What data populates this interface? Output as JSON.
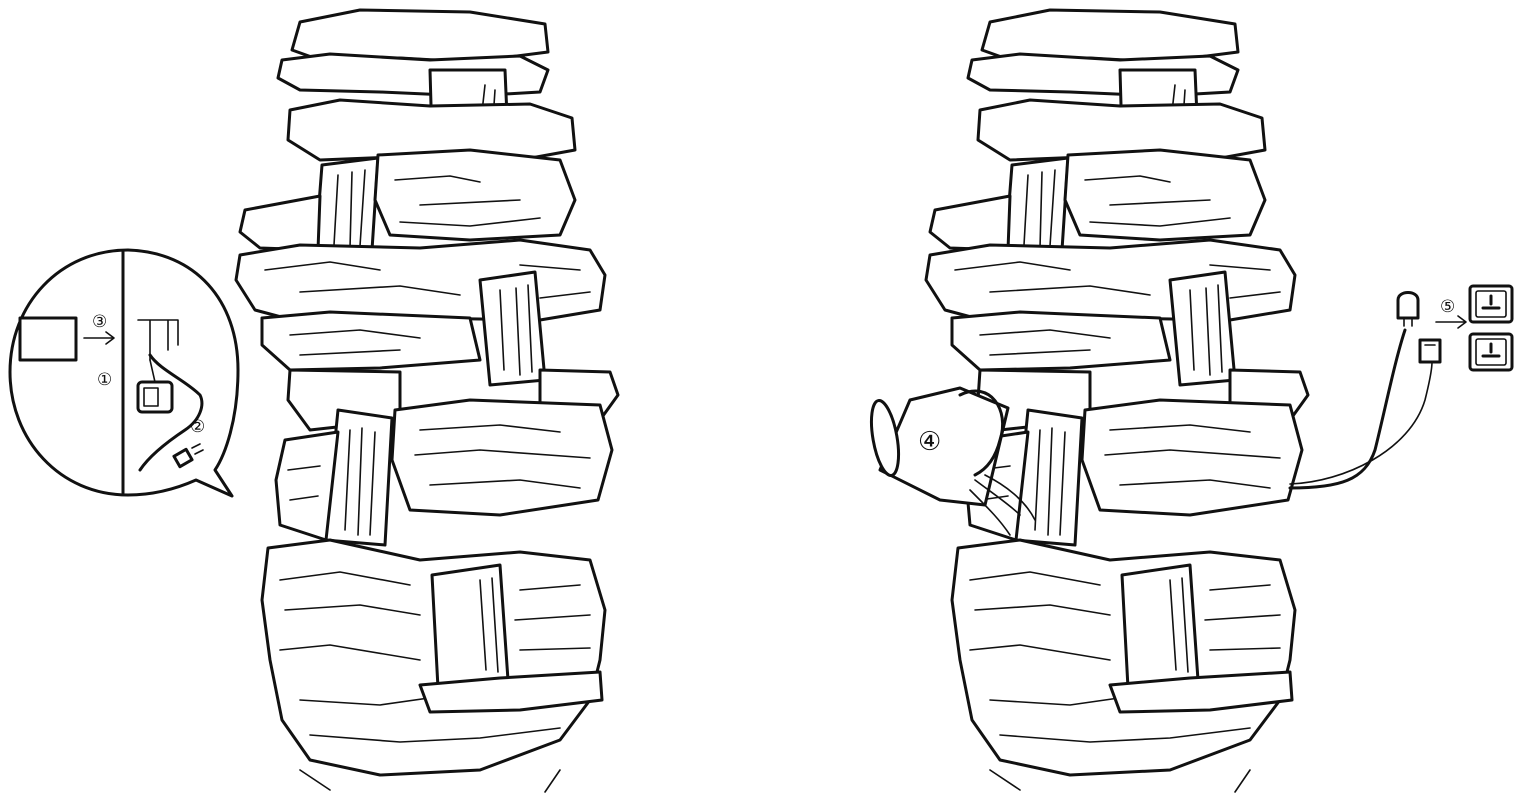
{
  "steps": {
    "s1": "①",
    "s2": "②",
    "s3": "③",
    "s4": "④",
    "s5": "⑤"
  },
  "colors": {
    "ink": "#111111",
    "paper": "#ffffff"
  },
  "icons": [
    "fountain",
    "pump",
    "power-socket",
    "power-plug",
    "bucket",
    "arrow"
  ]
}
